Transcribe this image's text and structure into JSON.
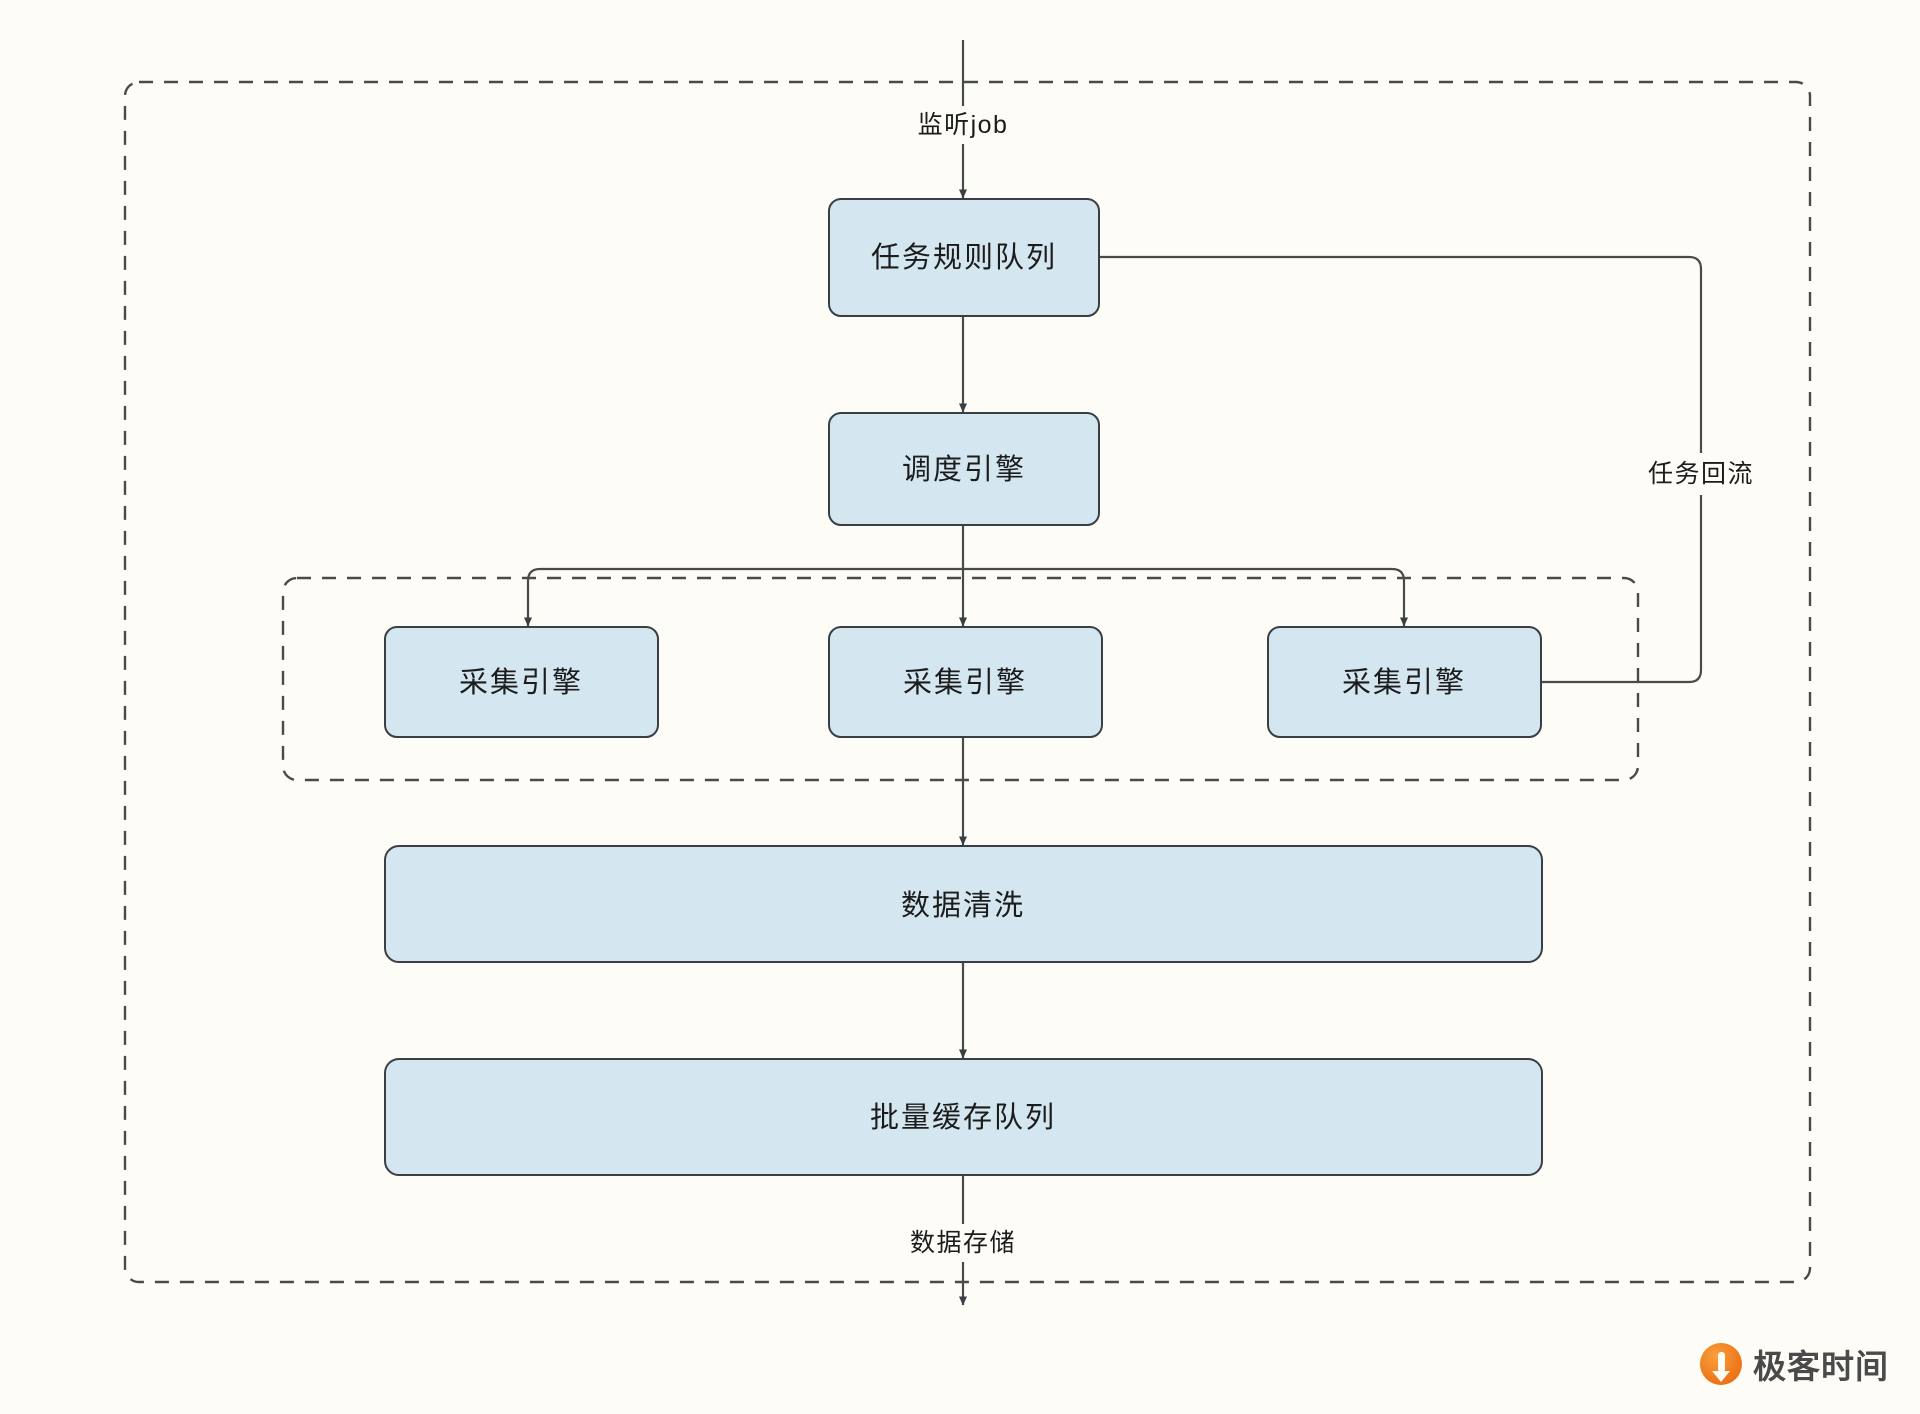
{
  "diagram": {
    "type": "flowchart",
    "title": "",
    "background_color": "#fdfcf7",
    "node_fill_color": "#d4e6ef",
    "node_stroke_color": "#3a3f44",
    "line_color": "#4a4a4a",
    "groups": [
      {
        "id": "outer-system",
        "label": "",
        "style": "dashed"
      },
      {
        "id": "collector-cluster",
        "label": "",
        "style": "dashed"
      }
    ],
    "nodes": [
      {
        "id": "task-rule-queue",
        "label": "任务规则队列"
      },
      {
        "id": "schedule-engine",
        "label": "调度引擎"
      },
      {
        "id": "collect-engine-1",
        "label": "采集引擎"
      },
      {
        "id": "collect-engine-2",
        "label": "采集引擎"
      },
      {
        "id": "collect-engine-3",
        "label": "采集引擎"
      },
      {
        "id": "data-cleaning",
        "label": "数据清洗"
      },
      {
        "id": "batch-cache-queue",
        "label": "批量缓存队列"
      }
    ],
    "edge_labels": [
      {
        "id": "listen-job",
        "label": "监听job"
      },
      {
        "id": "task-backflow",
        "label": "任务回流"
      },
      {
        "id": "data-storage",
        "label": "数据存储"
      }
    ],
    "edges": [
      {
        "from": "external-top",
        "to": "task-rule-queue",
        "label": "监听job"
      },
      {
        "from": "task-rule-queue",
        "to": "schedule-engine",
        "label": ""
      },
      {
        "from": "schedule-engine",
        "to": "collect-engine-1",
        "label": ""
      },
      {
        "from": "schedule-engine",
        "to": "collect-engine-2",
        "label": ""
      },
      {
        "from": "schedule-engine",
        "to": "collect-engine-3",
        "label": ""
      },
      {
        "from": "collect-engine-2",
        "to": "data-cleaning",
        "label": ""
      },
      {
        "from": "data-cleaning",
        "to": "batch-cache-queue",
        "label": ""
      },
      {
        "from": "batch-cache-queue",
        "to": "external-bottom",
        "label": "数据存储"
      },
      {
        "from": "task-rule-queue",
        "to": "collect-engine-3",
        "label": "任务回流"
      }
    ]
  },
  "watermark": {
    "brand": "极客时间",
    "icon": "geektime-logo-icon",
    "accent_color": "#f07c1e"
  }
}
